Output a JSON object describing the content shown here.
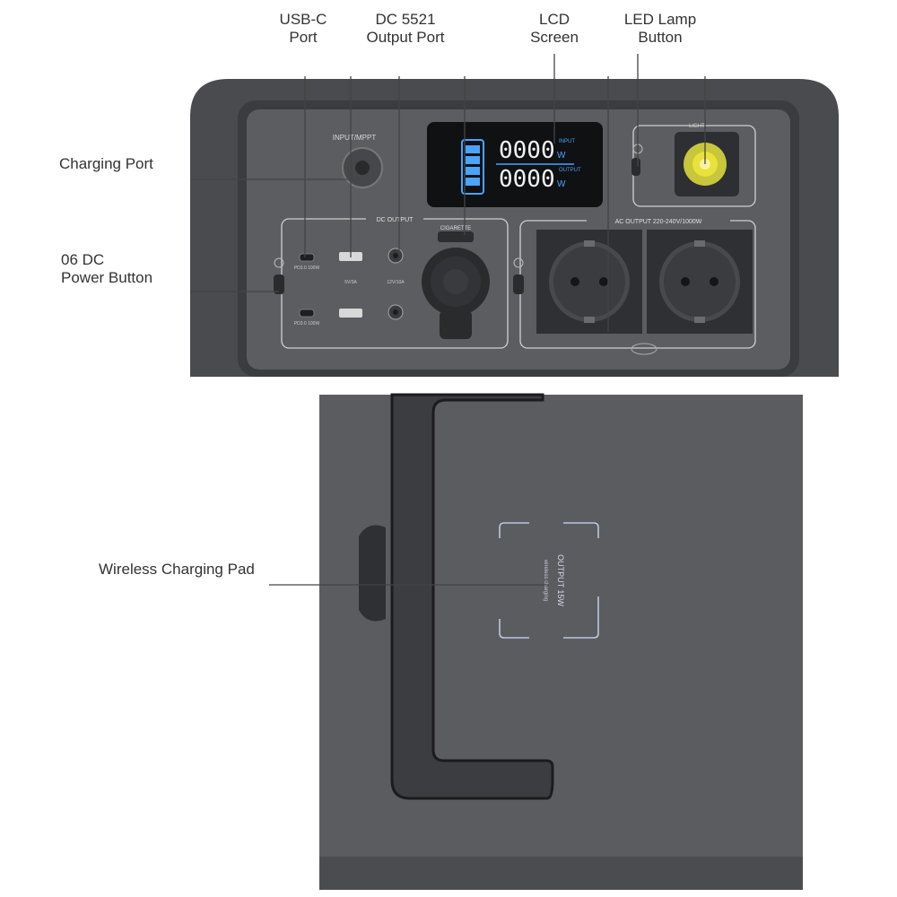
{
  "callouts": {
    "usbc": [
      "USB-C",
      "Port"
    ],
    "dc5521": [
      "DC 5521",
      "Output Port"
    ],
    "lcd": [
      "LCD",
      "Screen"
    ],
    "led": [
      "LED Lamp",
      "Button"
    ],
    "charging": "Charging Port",
    "dc_power": [
      "06 DC",
      "Power Button"
    ],
    "wireless": "Wireless Charging Pad"
  },
  "panel": {
    "input_label": "INPUT/MPPT",
    "dc_output_label": "DC OUTPUT",
    "ac_output_label": "AC OUTPUT 220-240V/1000W",
    "cigarette_label": "CIGARETTE",
    "light_label": "LIGHT",
    "lcd_top_value": "0000",
    "lcd_bottom_value": "0000",
    "lcd_unit": "W",
    "lcd_input_tag": "INPUT",
    "lcd_output_tag": "OUTPUT",
    "usbc_top_label": "PD3.0 100W",
    "usbc_bottom_label": "PD3.0 100W",
    "usba_label": "5V/3A",
    "dc5521_label": "12V/10A",
    "wireless_pad_text": "OUTPUT 15W",
    "wireless_pad_subtext": "wireless charging"
  },
  "colors": {
    "body": "#4e4f52",
    "frame": "#3a3b3e",
    "faceplate": "#5b5c60",
    "lcd_blue": "#4aa3ff",
    "lamp_yellow": "#e8e23a"
  }
}
